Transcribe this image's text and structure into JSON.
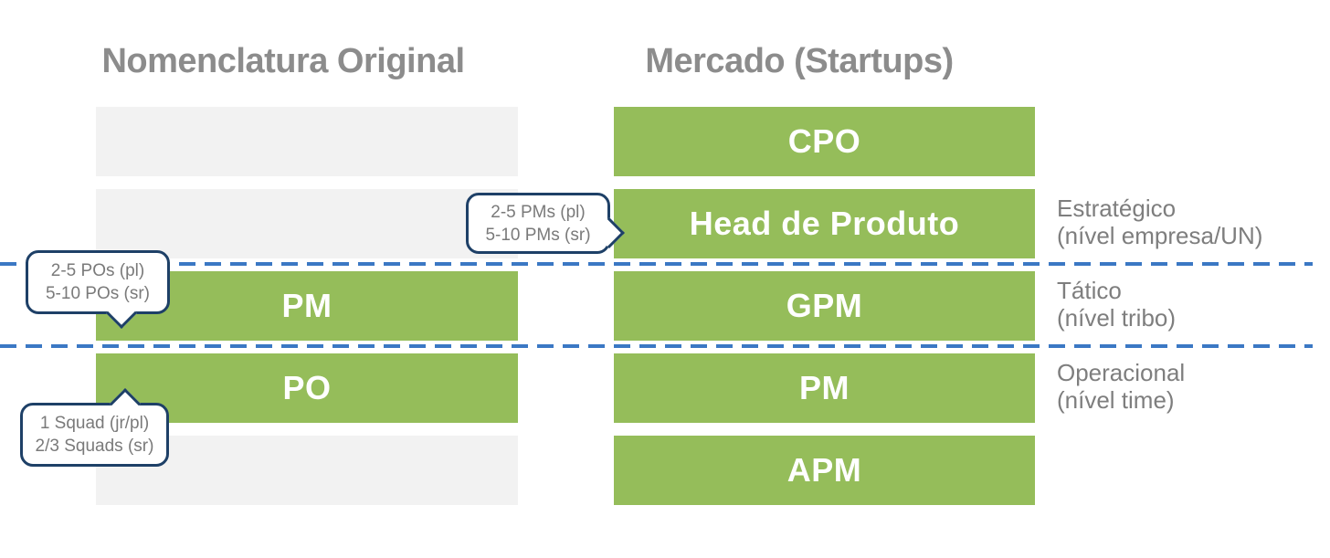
{
  "titles": {
    "left": "Nomenclatura Original",
    "right": "Mercado (Startups)"
  },
  "original_column": {
    "rows": [
      {
        "label": "",
        "type": "placeholder"
      },
      {
        "label": "",
        "type": "placeholder"
      },
      {
        "label": "PM",
        "type": "role"
      },
      {
        "label": "PO",
        "type": "role"
      },
      {
        "label": "",
        "type": "placeholder"
      }
    ]
  },
  "market_column": {
    "rows": [
      {
        "label": "CPO",
        "type": "role"
      },
      {
        "label": "Head de Produto",
        "type": "role"
      },
      {
        "label": "GPM",
        "type": "role"
      },
      {
        "label": "PM",
        "type": "role"
      },
      {
        "label": "APM",
        "type": "role"
      }
    ]
  },
  "levels": [
    {
      "name": "Estratégico",
      "scope": "(nível empresa/UN)"
    },
    {
      "name": "Tático",
      "scope": "(nível tribo)"
    },
    {
      "name": "Operacional",
      "scope": "(nível time)"
    }
  ],
  "callouts": {
    "pms": {
      "line1": "2-5 PMs (pl)",
      "line2": "5-10 PMs (sr)"
    },
    "pos": {
      "line1": "2-5 POs (pl)",
      "line2": "5-10 POs (sr)"
    },
    "squads": {
      "line1": "1 Squad (jr/pl)",
      "line2": "2/3 Squads (sr)"
    }
  },
  "colors": {
    "bar_green": "#95BD5A",
    "bar_placeholder": "#F2F2F2",
    "divider_blue": "#3B78C4",
    "callout_border": "#1E4067",
    "title_gray": "#8C8C8C",
    "label_gray": "#7E7E7E",
    "callout_text": "#7A7A7A"
  }
}
